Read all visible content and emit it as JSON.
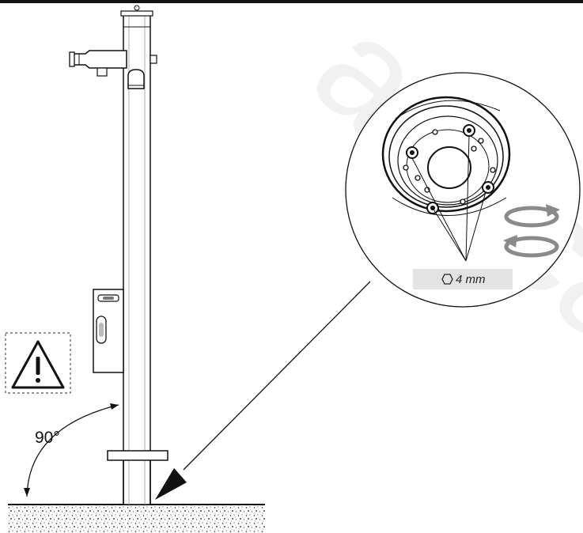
{
  "watermark": "apoca",
  "labels": {
    "angle": "90°",
    "hex_size": "4 mm"
  },
  "icons": {
    "warning": "warning-triangle-icon",
    "hex_key": "hex-socket-icon",
    "rotate_cw": "rotate-clockwise-icon",
    "rotate_ccw": "rotate-counterclockwise-icon"
  },
  "colors": {
    "line": "#111111",
    "callout_box": "#e3e3e3",
    "rotation_arrow": "#8a8a8a"
  }
}
